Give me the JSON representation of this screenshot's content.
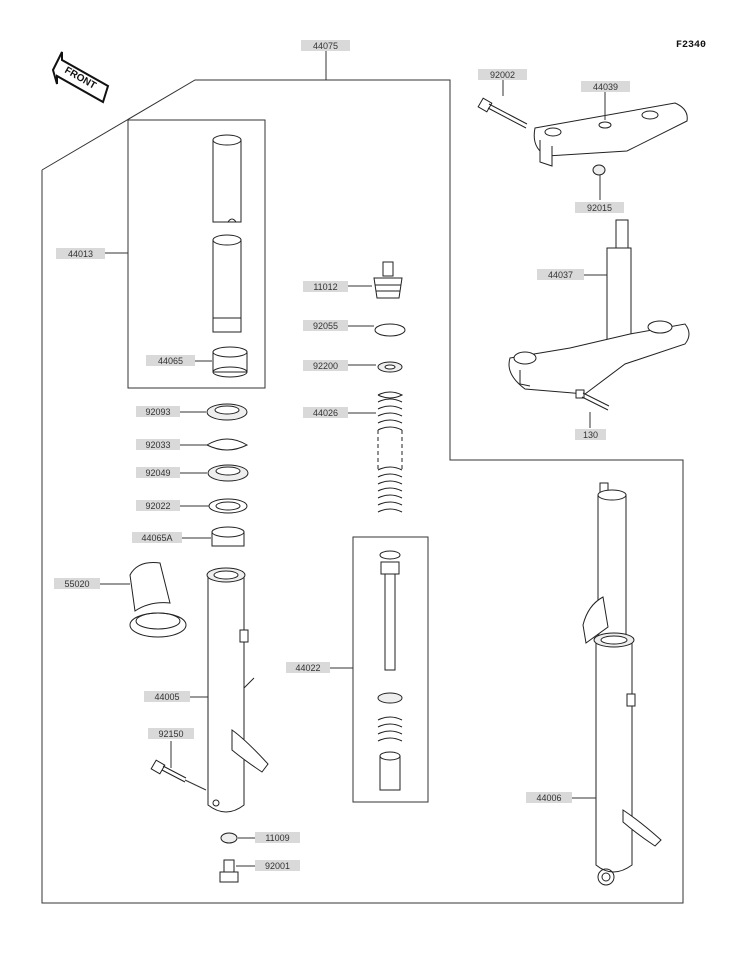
{
  "diagram_code": "F2340",
  "front_label": "FRONT",
  "parts": {
    "p44075": "44075",
    "p92002": "92002",
    "p44039": "44039",
    "p92015": "92015",
    "p44013": "44013",
    "p44065": "44065",
    "p11012": "11012",
    "p92055": "92055",
    "p92200": "92200",
    "p44026": "44026",
    "p44037": "44037",
    "p130": "130",
    "p92093": "92093",
    "p92033": "92033",
    "p92049": "92049",
    "p92022": "92022",
    "p44065A": "44065A",
    "p55020": "55020",
    "p44022": "44022",
    "p44005": "44005",
    "p92150": "92150",
    "p44006": "44006",
    "p11009": "11009",
    "p92001": "92001"
  }
}
